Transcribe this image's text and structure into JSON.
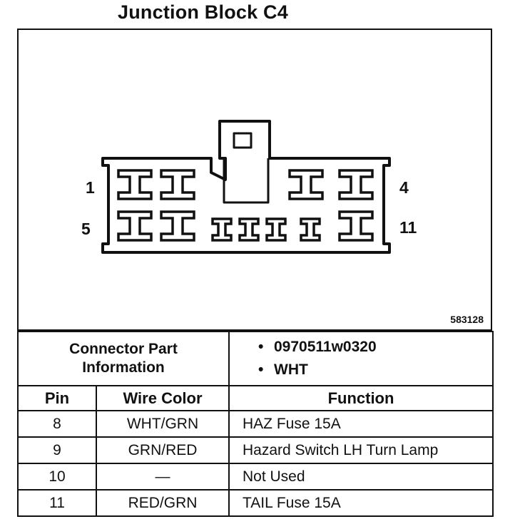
{
  "title": "Junction Block C4",
  "figure_id": "583128",
  "pin_labels": {
    "top_left": "1",
    "top_right": "4",
    "bottom_left": "5",
    "bottom_right": "11"
  },
  "connector_part_information": {
    "label_line1": "Connector Part",
    "label_line2": "Information",
    "items": [
      "0970511w0320",
      "WHT"
    ]
  },
  "table": {
    "headers": [
      "Pin",
      "Wire Color",
      "Function"
    ],
    "rows": [
      {
        "pin": "8",
        "wire_color": "WHT/GRN",
        "function": "HAZ Fuse 15A"
      },
      {
        "pin": "9",
        "wire_color": "GRN/RED",
        "function": "Hazard Switch LH Turn Lamp"
      },
      {
        "pin": "10",
        "wire_color": "—",
        "function": "Not Used"
      },
      {
        "pin": "11",
        "wire_color": "RED/GRN",
        "function": "TAIL Fuse 15A"
      }
    ]
  }
}
